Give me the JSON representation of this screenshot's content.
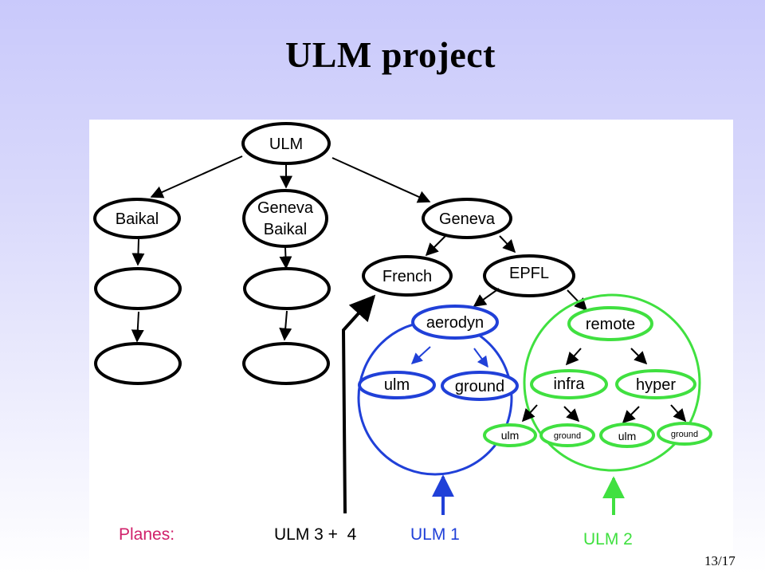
{
  "slide": {
    "title": "ULM project",
    "page_number": "13/17"
  },
  "colors": {
    "black_tree": "#000000",
    "ulm1_blue": "#2040d8",
    "ulm2_green": "#40e040",
    "planes_magenta": "#d0206a"
  },
  "diagram": {
    "nodes": {
      "root": "ULM",
      "baikal": "Baikal",
      "geneva_baikal_line1": "Geneva",
      "geneva_baikal_line2": "Baikal",
      "geneva": "Geneva",
      "french": "French",
      "epfl": "EPFL",
      "aerodyn": "aerodyn",
      "aerodyn_ulm": "ulm",
      "aerodyn_ground": "ground",
      "remote": "remote",
      "infra": "infra",
      "hyper": "hyper",
      "infra_ulm": "ulm",
      "infra_ground": "ground",
      "hyper_ulm": "ulm",
      "hyper_ground": "ground"
    },
    "planes": {
      "label": "Planes:",
      "ulm34": "ULM 3 +  4",
      "ulm1": "ULM 1",
      "ulm2": "ULM 2"
    }
  }
}
